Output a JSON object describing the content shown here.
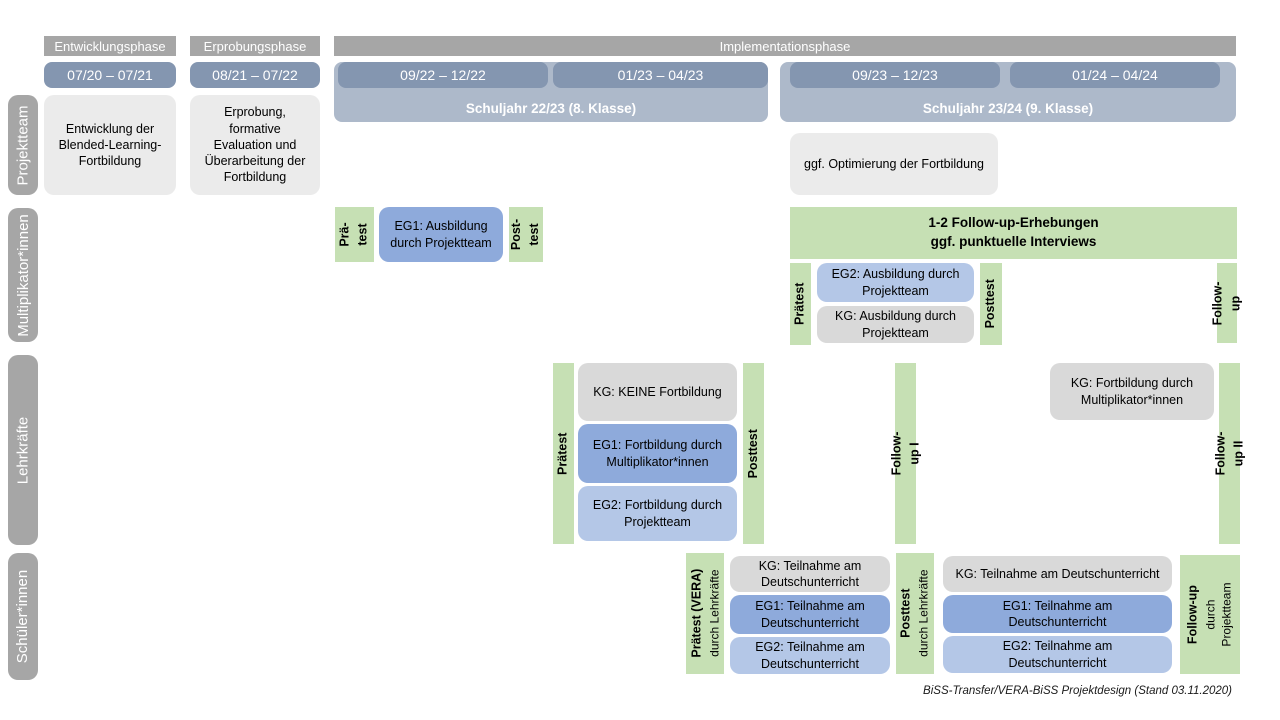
{
  "meta": {
    "footer": "BiSS-Transfer/VERA-BiSS Projektdesign (Stand 03.11.2020)"
  },
  "colors": {
    "phase_gray": "#a6a6a6",
    "row_label_gray": "#a6a6a6",
    "date_blue": "#8496b0",
    "schoolyear_blue": "#adb9ca",
    "projektteam_box_gray": "#ebebeb",
    "kg_gray": "#d9d9d9",
    "eg1_blue": "#8eaadb",
    "eg2_blue": "#b4c7e7",
    "test_green": "#c6e0b4"
  },
  "phases": {
    "entwicklung": "Entwicklungsphase",
    "erprobung": "Erprobungsphase",
    "implementation": "Implementationsphase"
  },
  "timeline": {
    "d1": "07/20 – 07/21",
    "d2": "08/21 – 07/22",
    "d3": "09/22 – 12/22",
    "d4": "01/23 – 04/23",
    "d5": "09/23 – 12/23",
    "d6": "01/24 – 04/24",
    "year1": "Schuljahr 22/23 (8. Klasse)",
    "year2": "Schuljahr 23/24 (9. Klasse)"
  },
  "row_labels": {
    "projektteam": "Projektteam",
    "multiplikatoren": "Multiplikator*innen",
    "lehrkraefte": "Lehrkräfte",
    "schueler": "Schüler*innen"
  },
  "projektteam": {
    "entwicklung": "Entwicklung der Blended-Learning-Fortbildung",
    "erprobung": "Erprobung, formative Evaluation und Überarbeitung der Fortbildung",
    "optimierung": "ggf. Optimierung der Fortbildung"
  },
  "mult": {
    "pretest1_line1": "Prä-",
    "pretest1_line2": "test",
    "eg1": "EG1: Ausbildung durch Projektteam",
    "posttest1_line1": "Post-",
    "posttest1_line2": "test",
    "followup_box_line1": "1-2 Follow-up-Erhebungen",
    "followup_box_line2": "ggf. punktuelle Interviews",
    "pretest2": "Prätest",
    "eg2": "EG2: Ausbildung durch Projektteam",
    "kg": "KG: Ausbildung durch Projektteam",
    "posttest2": "Posttest",
    "followup": "Follow-up"
  },
  "lehr": {
    "pretest": "Prätest",
    "kg": "KG: KEINE Fortbildung",
    "eg1": "EG1: Fortbildung durch Multiplikator*innen",
    "eg2": "EG2: Fortbildung durch Projektteam",
    "posttest": "Posttest",
    "followup1": "Follow-up I",
    "kg2": "KG: Fortbildung durch Multiplikator*innen",
    "followup2": "Follow-up II"
  },
  "schueler": {
    "pretest_main": "Prätest (VERA)",
    "pretest_sub": "durch Lehrkräfte",
    "kg": "KG: Teilnahme am Deutschunterricht",
    "eg1": "EG1: Teilnahme am Deutschunterricht",
    "eg2": "EG2: Teilnahme am Deutschunterricht",
    "posttest_main": "Posttest",
    "posttest_sub": "durch Lehrkräfte",
    "kg2": "KG: Teilnahme am Deutschunterricht",
    "eg1_2": "EG1: Teilnahme am Deutschunterricht",
    "eg2_2": "EG2: Teilnahme am Deutschunterricht",
    "followup_main": "Follow-up",
    "followup_sub1": "durch",
    "followup_sub2": "Projektteam"
  }
}
